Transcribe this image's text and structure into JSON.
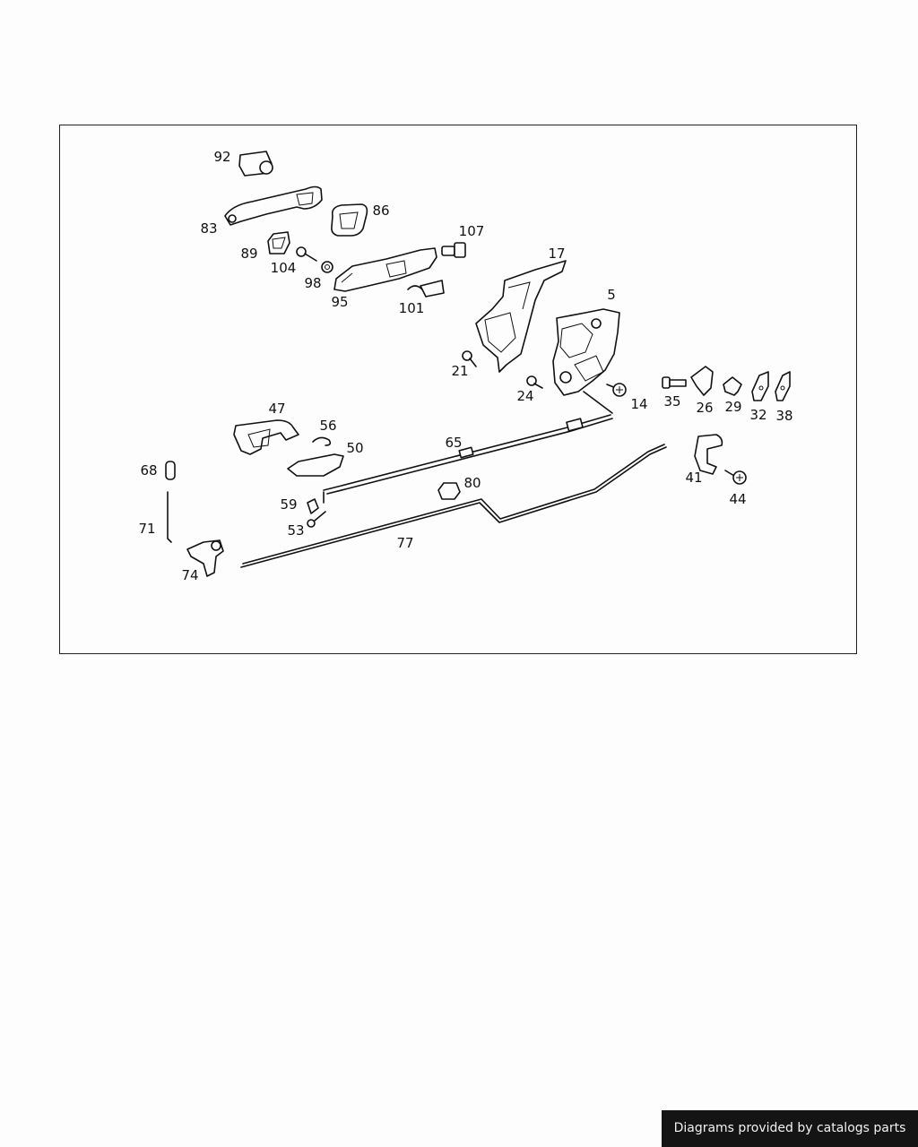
{
  "diagram": {
    "callouts": {
      "c92": "92",
      "c83": "83",
      "c86": "86",
      "c107": "107",
      "c89": "89",
      "c104": "104",
      "c98": "98",
      "c95": "95",
      "c101": "101",
      "c17": "17",
      "c5": "5",
      "c21": "21",
      "c24": "24",
      "c14": "14",
      "c35": "35",
      "c26": "26",
      "c29": "29",
      "c32": "32",
      "c38": "38",
      "c47": "47",
      "c56": "56",
      "c50": "50",
      "c65": "65",
      "c68": "68",
      "c59": "59",
      "c80": "80",
      "c41": "41",
      "c44": "44",
      "c71": "71",
      "c53": "53",
      "c77": "77",
      "c74": "74"
    }
  },
  "footer": {
    "credit": "Diagrams provided by catalogs parts"
  }
}
